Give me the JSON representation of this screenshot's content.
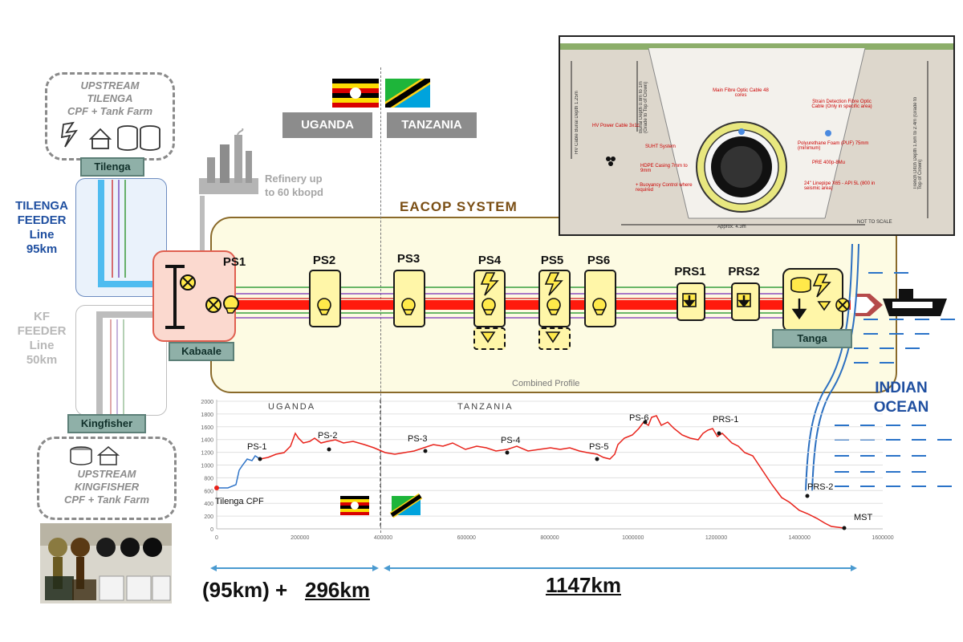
{
  "upstream_tilenga": {
    "line1": "UPSTREAM",
    "line2": "TILENGA",
    "line3": "CPF + Tank Farm"
  },
  "upstream_kingfisher": {
    "line1": "UPSTREAM",
    "line2": "KINGFISHER",
    "line3": "CPF + Tank Farm"
  },
  "tags": {
    "tilenga": "Tilenga",
    "kabaale": "Kabaale",
    "kingfisher": "Kingfisher",
    "tanga": "Tanga"
  },
  "tilenga_feeder": {
    "line1": "TILENGA",
    "line2": "FEEDER",
    "line3": "Line",
    "line4": "95km"
  },
  "kf_feeder": {
    "line1": "KF",
    "line2": "FEEDER",
    "line3": "Line",
    "line4": "50km"
  },
  "countries": {
    "uganda": "UGANDA",
    "tanzania": "TANZANIA"
  },
  "refinery": {
    "line1": "Refinery up",
    "line2": "to 60 kbopd"
  },
  "system_title": "EACOP SYSTEM",
  "stations": [
    "PS1",
    "PS2",
    "PS3",
    "PS4",
    "PS5",
    "PS6",
    "PRS1",
    "PRS2"
  ],
  "ocean": {
    "line1": "INDIAN",
    "line2": "OCEAN"
  },
  "profile": {
    "caption": "Combined Profile",
    "uganda_label": "UGANDA",
    "tanzania_label": "TANZANIA",
    "y_ticks": [
      "2000",
      "1800",
      "1600",
      "1400",
      "1200",
      "1000",
      "800",
      "600",
      "400",
      "200",
      "0"
    ],
    "x_ticks": [
      "0",
      "200000",
      "400000",
      "600000",
      "800000",
      "1000000",
      "1200000",
      "1400000",
      "1600000"
    ],
    "points": [
      "Tilenga CPF",
      "PS-1",
      "PS-2",
      "PS-3",
      "PS-4",
      "PS-5",
      "PS-6",
      "PRS-1",
      "PRS-2",
      "MST"
    ]
  },
  "distances": {
    "part1": "(95km) +",
    "part2": "296km",
    "part3": "1147km"
  },
  "cross_section": {
    "hv_burial": "HV Cable Burial Depth 1.25m",
    "burial_depth": "Burial Depth 0.8m to 1m (Grade to Top of Crown)",
    "main_fibre": "Main Fibre Optic Cable 48 cores",
    "strain_fibre": "Strain Detection Fibre Optic Cable (Only in specific area)",
    "hv_power": "HV Power Cable 3x1c",
    "heat_tracing": "SUHT System",
    "puf": "Polyurethane Foam (PUF) 75mm (minimum)",
    "pre": "PRE 400p-8Mu",
    "hdpe": "HDPE Casing 7mm to 9mm",
    "buoyancy": "+ Buoyancy Control where required",
    "linepipe": "24\" Linepipe X65 - API 5L (800 in seismic area)",
    "trench_depth": "Trench Ditch Depth 1.6m to 2.4m (Grade to Top of Crown)",
    "approx": "Approx. 4.3m",
    "scale": "NOT TO SCALE"
  },
  "colors": {
    "pipe": "#ff1a0d",
    "accent_blue": "#1f4fa0",
    "station_fill": "#fff6a8",
    "system_fill": "#fdfbe3"
  }
}
